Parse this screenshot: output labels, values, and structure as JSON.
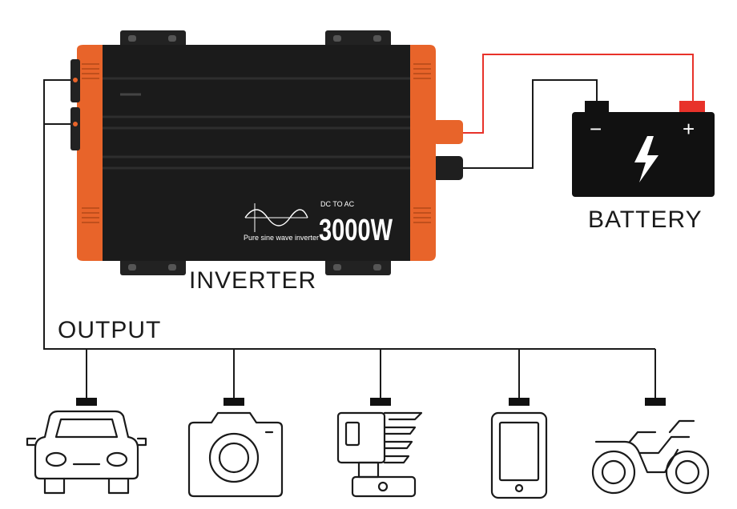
{
  "labels": {
    "inverter": "INVERTER",
    "battery": "BATTERY",
    "output": "OUTPUT"
  },
  "inverter_panel": {
    "mode": "DC TO AC",
    "power": "3000W",
    "wave_type": "Pure sine wave inverter"
  },
  "battery_terminals": {
    "negative": "−",
    "positive": "+"
  },
  "devices": [
    {
      "name": "car-icon"
    },
    {
      "name": "camera-icon"
    },
    {
      "name": "drill-icon"
    },
    {
      "name": "phone-icon"
    },
    {
      "name": "motorcycle-icon"
    }
  ],
  "colors": {
    "inverter_body": "#1b1b1b",
    "inverter_accent": "#e8642a",
    "positive_wire": "#e8322a",
    "negative_wire": "#1a1a1a",
    "battery_body": "#111111"
  }
}
